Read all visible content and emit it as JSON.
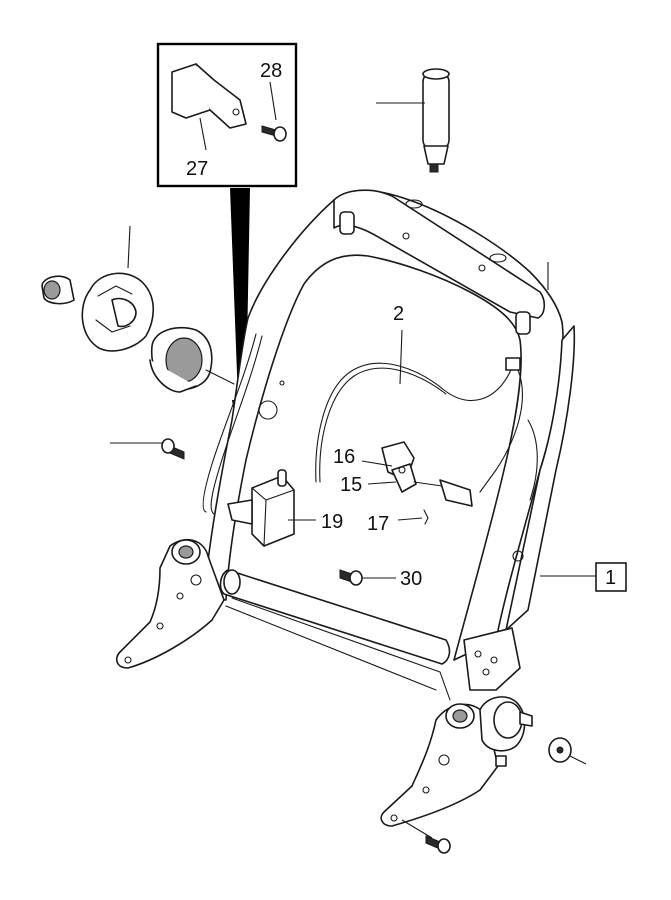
{
  "diagram": {
    "callouts": {
      "c1": "1",
      "c2": "2",
      "c15": "15",
      "c16": "16",
      "c17": "17",
      "c19": "19",
      "c27": "27",
      "c28": "28",
      "c30": "30"
    },
    "colors": {
      "line": "#1a1a1a",
      "background": "#ffffff",
      "shade": "#9a9a9a"
    }
  }
}
